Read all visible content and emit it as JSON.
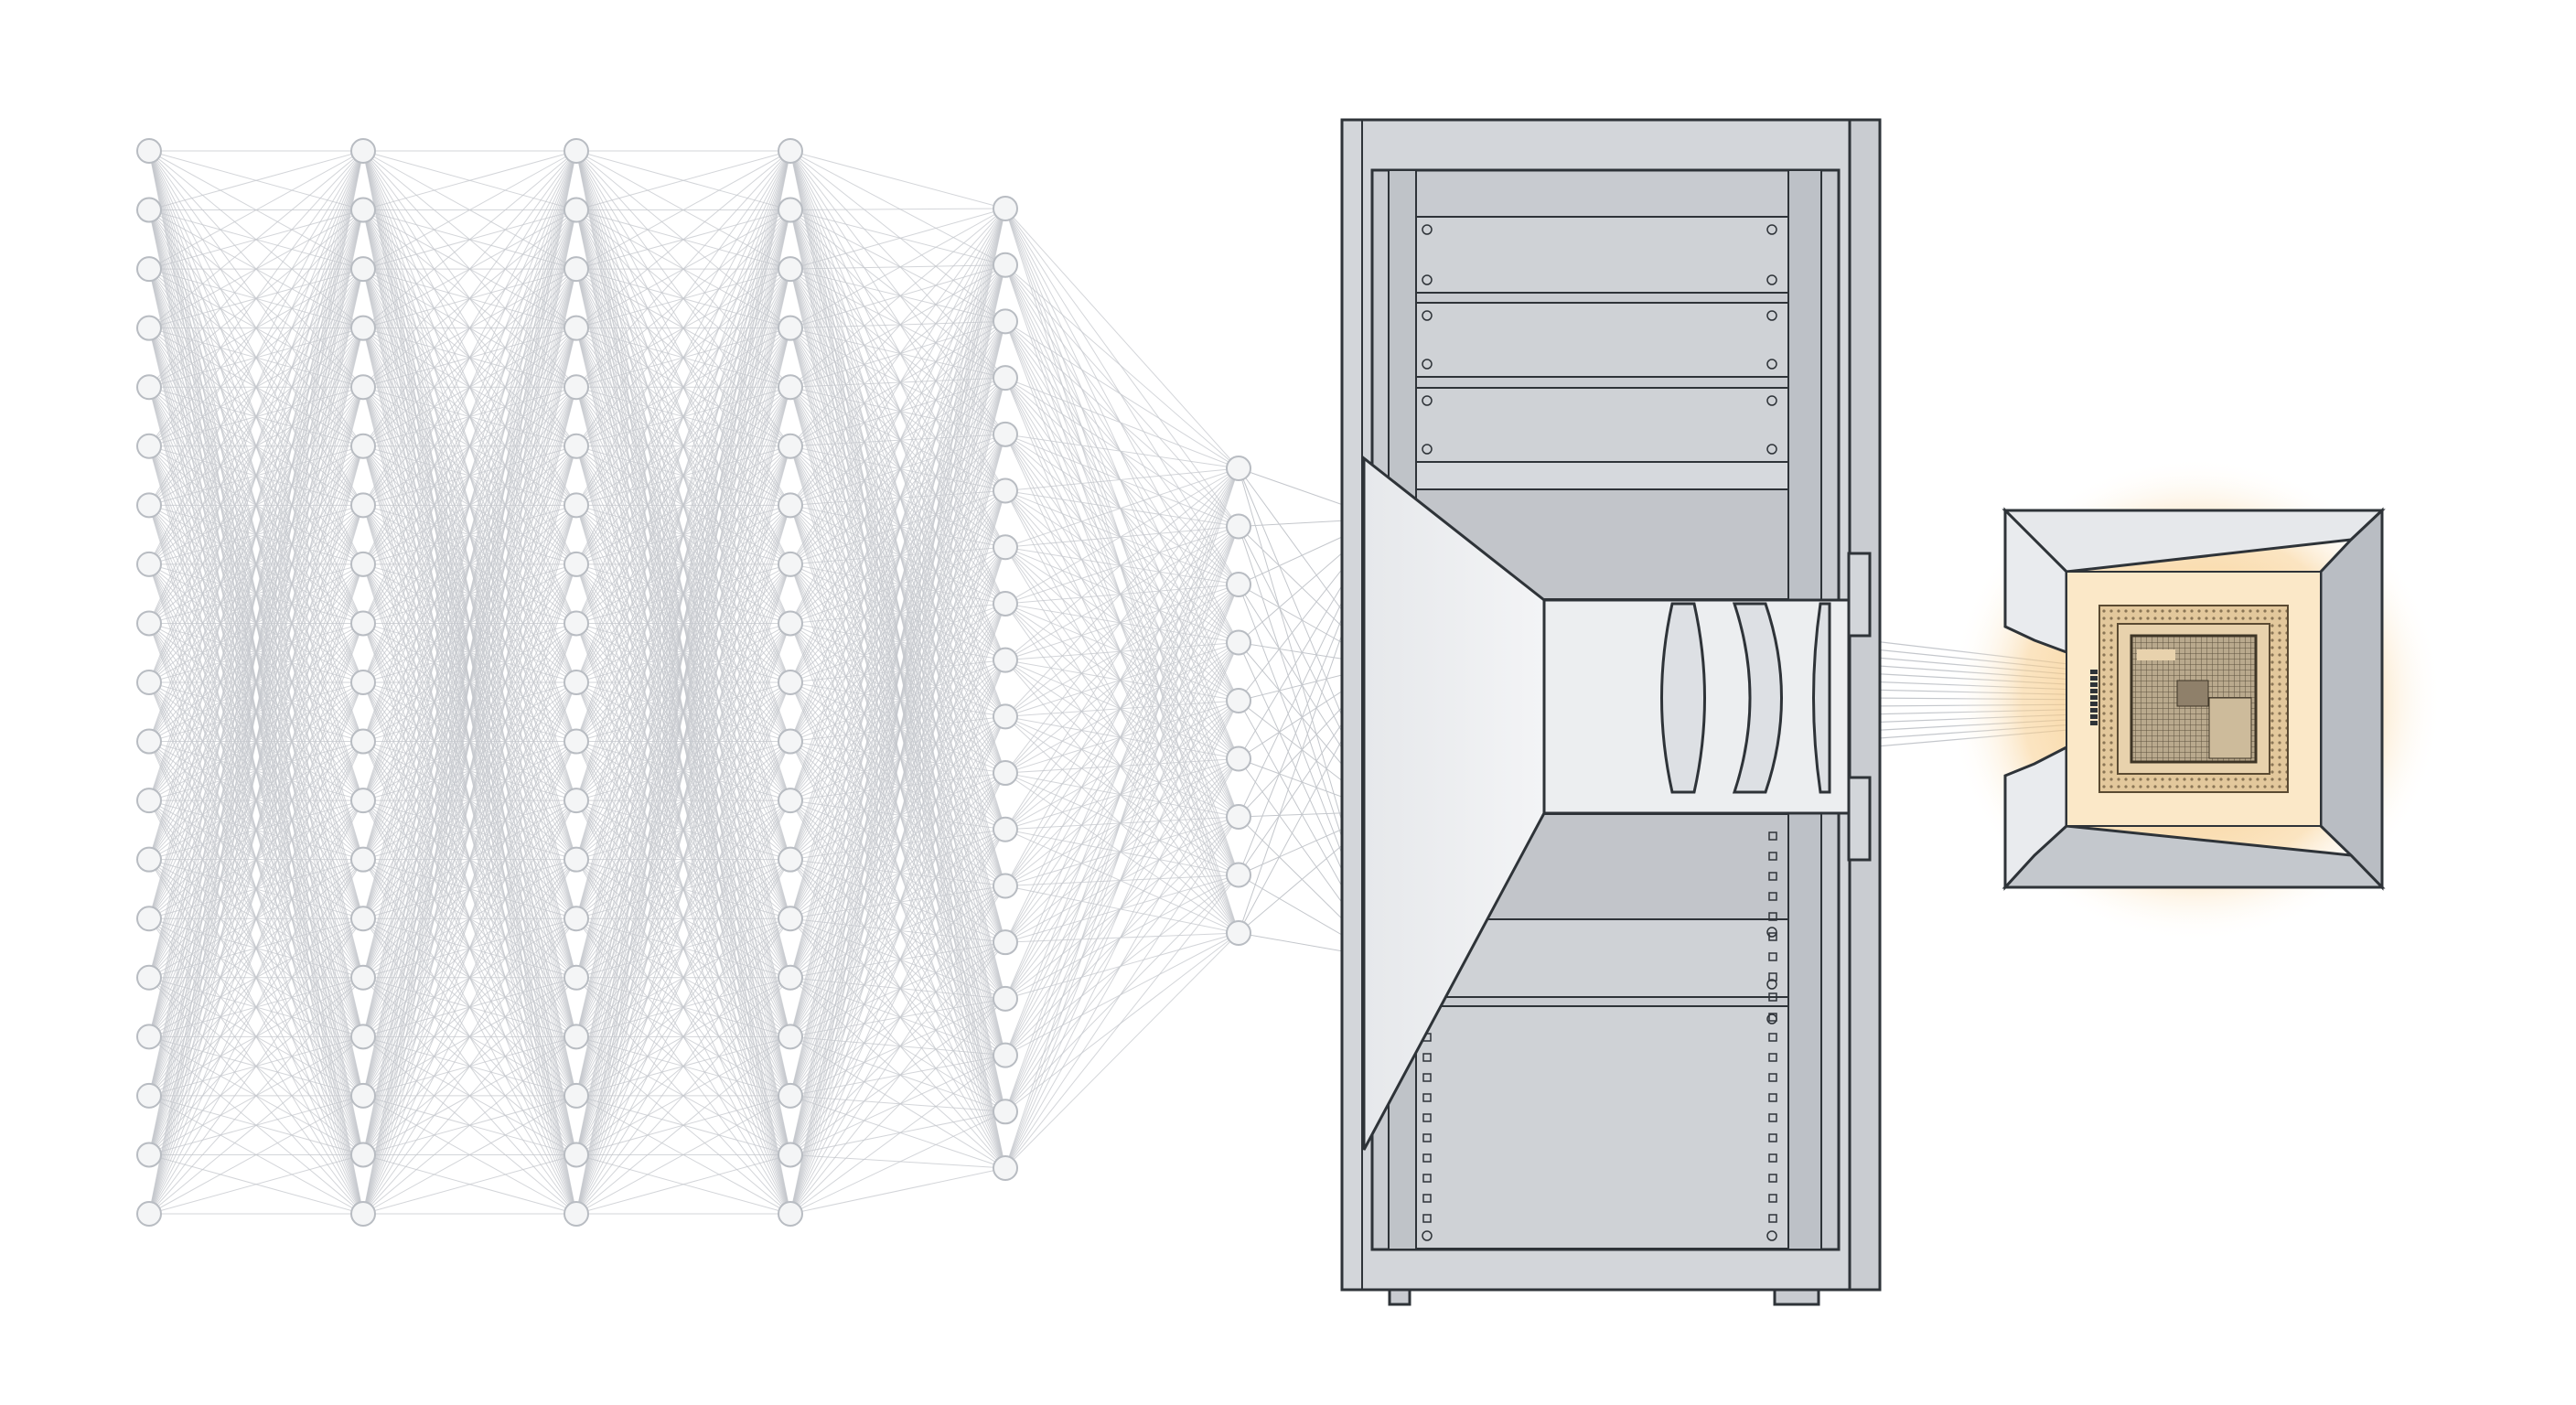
{
  "network": {
    "layer_sizes": [
      19,
      19,
      19,
      19,
      18,
      9
    ],
    "node_fill": "#f4f5f6",
    "node_stroke": "#b8bcc2",
    "edge_color": "#c4c7cc"
  },
  "cabinet": {
    "body_color": "#d3d6da",
    "panel_color": "#cfd2d6",
    "outline_color": "#2e3338",
    "lens_count": 3
  },
  "chip": {
    "glow_color": "#f5b860",
    "package_color": "#d9b98a",
    "die_color": "#9a8a72",
    "housing_color": "#dfe2e6"
  }
}
